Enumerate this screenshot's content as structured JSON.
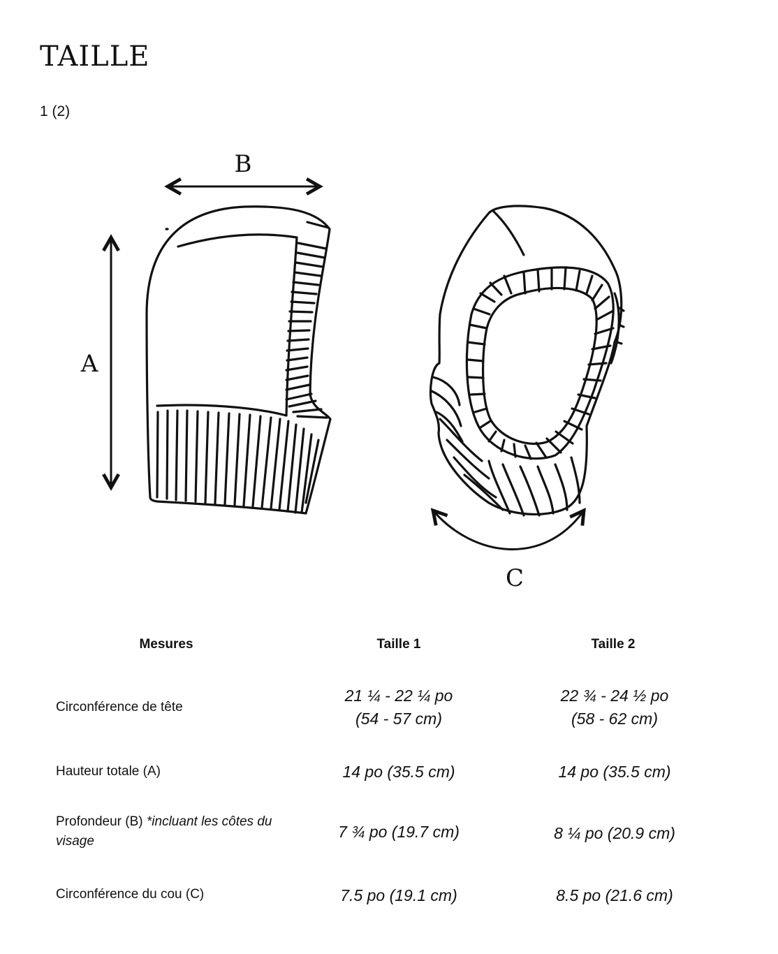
{
  "heading": {
    "title": "TAILLE",
    "sizes": "1 (2)"
  },
  "diagram": {
    "label_a": "A",
    "label_b": "B",
    "label_c": "C"
  },
  "table": {
    "headers": [
      "Mesures",
      "Taille 1",
      "Taille 2"
    ],
    "rows": [
      {
        "label": "Circonférence de tête",
        "size1": [
          "21 ¼ - 22 ¼ po",
          "(54 - 57 cm)"
        ],
        "size2": [
          "22 ¾ - 24 ½ po",
          "(58 - 62 cm)"
        ]
      },
      {
        "label": "Hauteur totale (A)",
        "size1": [
          "14 po (35.5 cm)"
        ],
        "size2": [
          "14 po (35.5 cm)"
        ]
      },
      {
        "label": "Profondeur (B)",
        "label_note": "*incluant les côtes du visage",
        "size1": [
          "7 ¾ po (19.7 cm)"
        ],
        "size2": [
          "8 ¼ po (20.9 cm)"
        ]
      },
      {
        "label": "Circonférence du cou (C)",
        "size1": [
          "7.5 po (19.1 cm)"
        ],
        "size2": [
          "8.5 po (21.6 cm)"
        ]
      }
    ]
  }
}
